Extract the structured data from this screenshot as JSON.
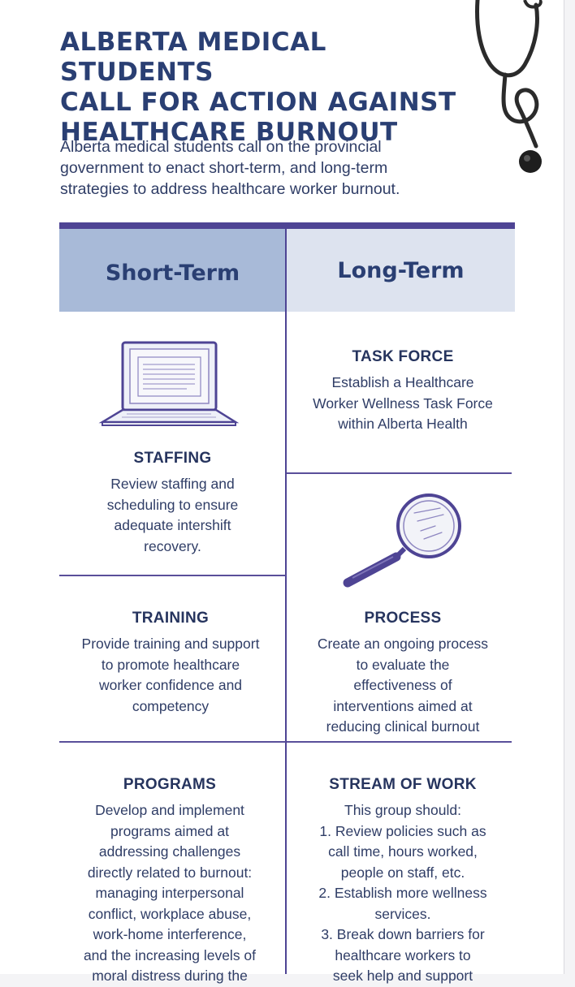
{
  "header": {
    "title": "ALBERTA MEDICAL STUDENTS\nCALL FOR ACTION AGAINST\nHEALTHCARE BURNOUT",
    "intro": "Alberta medical students call on the provincial\ngovernment to enact short-term, and long-term\nstrategies to address healthcare worker burnout."
  },
  "columns": {
    "short": "Short-Term",
    "long": "Long-Term"
  },
  "short_term": {
    "staffing": {
      "title": "STAFFING",
      "body": "Review staffing and\nscheduling to ensure\nadequate intershift\nrecovery."
    },
    "training": {
      "title": "TRAINING",
      "body": "Provide training and support\nto promote healthcare\nworker confidence and\ncompetency"
    },
    "programs": {
      "title": "PROGRAMS",
      "body": "Develop and implement\nprograms aimed at\naddressing challenges\ndirectly related to burnout:\nmanaging interpersonal\nconflict, workplace abuse,\nwork-home interference,\nand the increasing levels of\nmoral distress during the"
    }
  },
  "long_term": {
    "task_force": {
      "title": "TASK FORCE",
      "body": "Establish a Healthcare\nWorker Wellness Task Force\nwithin Alberta Health"
    },
    "process": {
      "title": "PROCESS",
      "body": "Create an ongoing process\nto evaluate the\neffectiveness of\ninterventions aimed at\nreducing clinical burnout"
    },
    "stream": {
      "title": "STREAM OF WORK",
      "intro": "This group should:",
      "items": [
        "1.  Review policies such as\ncall time, hours worked,\npeople on staff, etc.",
        "2. Establish more wellness\nservices.",
        "3.  Break down barriers for\nhealthcare workers to\nseek help and support"
      ]
    }
  },
  "icons": [
    "stethoscope-icon",
    "laptop-icon",
    "magnifying-glass-icon"
  ],
  "colors": {
    "title": "#2a3f73",
    "accent": "#4e4494",
    "short_header": "#a8bad8",
    "long_header": "#dde3ef"
  }
}
